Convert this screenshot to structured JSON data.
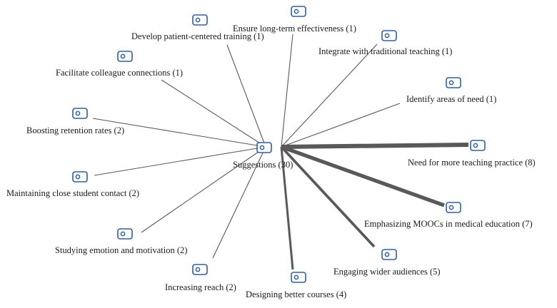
{
  "colors": {
    "edge": "#595959",
    "icon_stroke": "#2f5ea8",
    "label": "#1a1a1a"
  },
  "icon": "node-icon",
  "center": {
    "label": "Suggestions (30)",
    "count": 30
  },
  "branches": [
    {
      "label": "Develop patient-centered training (1)",
      "count": 1
    },
    {
      "label": "Ensure long-term effectiveness (1)",
      "count": 1
    },
    {
      "label": "Integrate with traditional teaching (1)",
      "count": 1
    },
    {
      "label": "Facilitate colleague connections (1)",
      "count": 1
    },
    {
      "label": "Identify areas of need (1)",
      "count": 1
    },
    {
      "label": "Boosting retention rates (2)",
      "count": 2
    },
    {
      "label": "Need for more teaching practice (8)",
      "count": 8
    },
    {
      "label": "Maintaining close student contact (2)",
      "count": 2
    },
    {
      "label": "Emphasizing MOOCs in medical education (7)",
      "count": 7
    },
    {
      "label": "Studying emotion and motivation (2)",
      "count": 2
    },
    {
      "label": "Engaging wider audiences (5)",
      "count": 5
    },
    {
      "label": "Increasing reach (2)",
      "count": 2
    },
    {
      "label": "Designing better courses (4)",
      "count": 4
    }
  ]
}
